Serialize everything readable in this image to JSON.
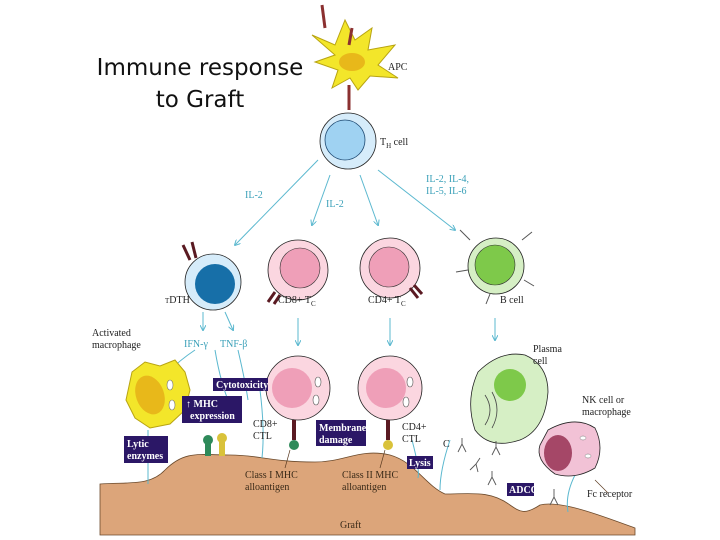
{
  "title": {
    "line1": "Immune response",
    "line2": "to Graft"
  },
  "cells": {
    "apc": "APC",
    "th_cell": "T",
    "th_sub": "H",
    "th_suffix": " cell",
    "dth": "T",
    "dth_sub": "DTH",
    "cd8_tc": "CD8+ T",
    "cd8_sub": "C",
    "cd4_tc": "CD4+ T",
    "cd4_sub": "C",
    "b_cell": "B cell",
    "activated_macrophage_1": "Activated",
    "activated_macrophage_2": "macrophage",
    "plasma_cell_1": "Plasma",
    "plasma_cell_2": "cell",
    "nk_1": "NK cell or",
    "nk_2": "macrophage",
    "cd8_ctl_1": "CD8+",
    "cd8_ctl_2": "CTL",
    "cd4_ctl_1": "CD4+",
    "cd4_ctl_2": "CTL"
  },
  "cytokines": {
    "il2_left": "IL-2",
    "il2_mid": "IL-2",
    "il_right_1": "IL-2, IL-4,",
    "il_right_2": "IL-5, IL-6",
    "ifn": "IFN-γ",
    "tnf": "TNF-β",
    "complement": "C"
  },
  "effects": {
    "cytotoxicity": "Cytotoxicity",
    "mhc_1": "↑ MHC",
    "mhc_2": "expression",
    "lytic_1": "Lytic",
    "lytic_2": "enzymes",
    "membrane_1": "Membrane",
    "membrane_2": "damage",
    "lysis": "Lysis",
    "adcc": "ADCC"
  },
  "graft": {
    "class1_1": "Class I MHC",
    "class1_2": "alloantigen",
    "class2_1": "Class II MHC",
    "class2_2": "alloantigen",
    "fc_receptor": "Fc receptor",
    "label": "Graft"
  },
  "colors": {
    "arrow": "#5bb8cf",
    "graft": "#dca57a",
    "effect_box": "#2b1766",
    "apc": "#f3e62a",
    "th_nucleus": "#9fd2f2",
    "dth_nucleus": "#176fa8",
    "tc_nucleus": "#ef9fb8",
    "b_nucleus": "#7ec94a"
  }
}
